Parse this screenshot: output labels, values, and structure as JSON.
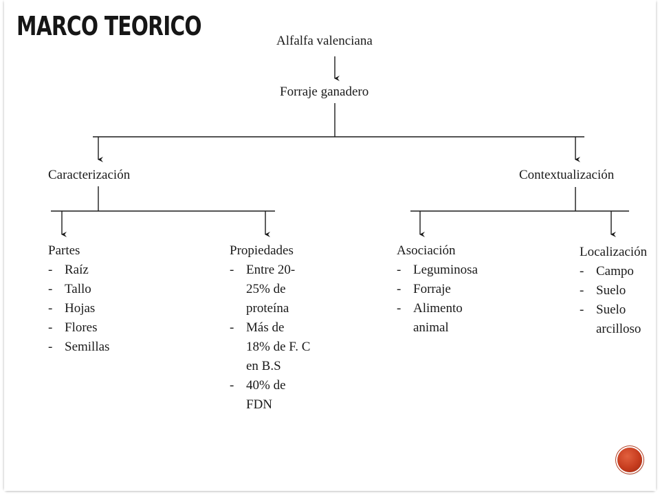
{
  "slide": {
    "title": "MARCO TEORICO",
    "accent_color": "#c63c1e"
  },
  "diagram": {
    "root": "Alfalfa valenciana",
    "level1": "Forraje ganadero",
    "left_branch": {
      "label": "Caracterización",
      "children": [
        {
          "label": "Partes",
          "items": [
            "Raíz",
            "Tallo",
            "Hojas",
            "Flores",
            "Semillas"
          ]
        },
        {
          "label": "Propiedades",
          "items": [
            "Entre 20-\n25% de\nproteína",
            "Más de\n18% de F. C\nen B.S",
            "40% de\nFDN"
          ]
        }
      ]
    },
    "right_branch": {
      "label": "Contextualización",
      "children": [
        {
          "label": "Asociación",
          "items": [
            "Leguminosa",
            "Forraje",
            "Alimento\nanimal"
          ]
        },
        {
          "label": "Localización",
          "items": [
            "Campo",
            "Suelo",
            "Suelo\narcilloso"
          ]
        }
      ]
    },
    "bullet": "-",
    "nav_icon": "next-slide-button"
  }
}
